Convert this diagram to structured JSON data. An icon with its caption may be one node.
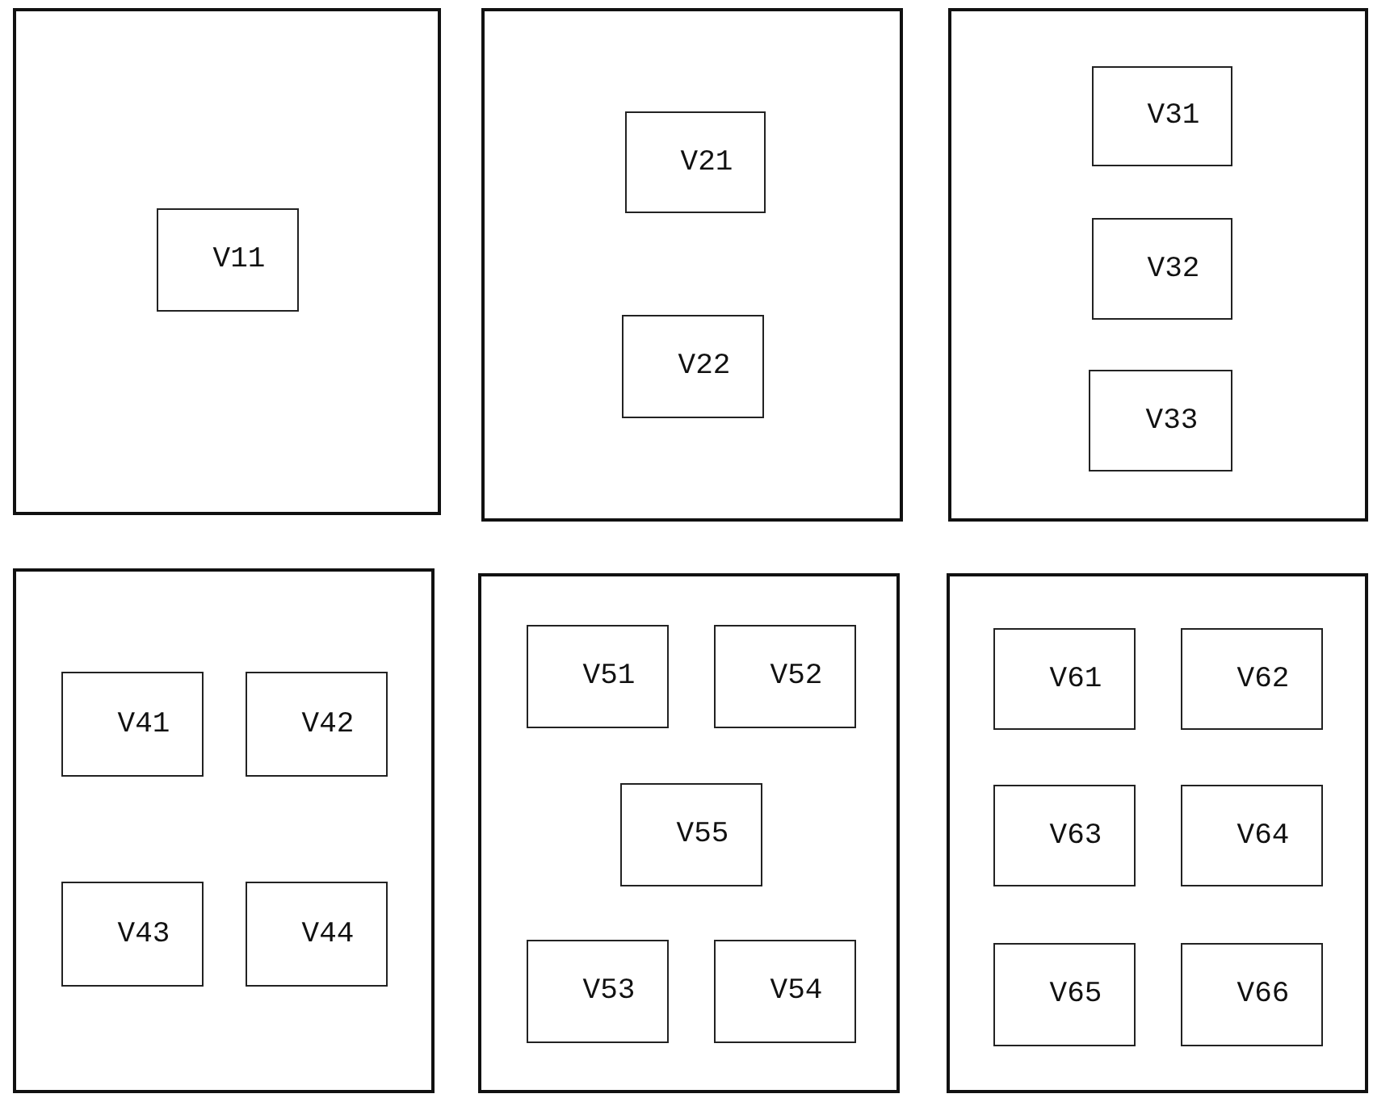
{
  "diagram": {
    "nodes": [
      {
        "text": [],
        "shape": "box"
      },
      {
        "text": [
          "V11"
        ],
        "in": 0
      },
      {
        "text": [],
        "shape": "box"
      },
      {
        "text": [
          "V21"
        ],
        "in": 2
      },
      {
        "text": [
          "V22"
        ],
        "in": 2
      },
      {
        "text": [],
        "shape": "box"
      },
      {
        "text": [
          "V31"
        ],
        "in": 5
      },
      {
        "text": [
          "V32"
        ],
        "in": 5
      },
      {
        "text": [
          "V33"
        ],
        "in": 5
      },
      {
        "text": [],
        "shape": "box"
      },
      {
        "text": [
          "V41"
        ],
        "in": 9
      },
      {
        "text": [
          "V42"
        ],
        "in": 9
      },
      {
        "text": [
          "V43"
        ],
        "in": 9
      },
      {
        "text": [
          "V44"
        ],
        "in": 9
      },
      {
        "text": [],
        "shape": "box"
      },
      {
        "text": [
          "V51"
        ],
        "in": 14
      },
      {
        "text": [
          "V52"
        ],
        "in": 14
      },
      {
        "text": [
          "V55"
        ],
        "in": 14
      },
      {
        "text": [
          "V53"
        ],
        "in": 14
      },
      {
        "text": [
          "V54"
        ],
        "in": 14
      },
      {
        "text": [],
        "shape": "box"
      },
      {
        "text": [
          "V61"
        ],
        "in": 20
      },
      {
        "text": [
          "V62"
        ],
        "in": 20
      },
      {
        "text": [
          "V63"
        ],
        "in": 20
      },
      {
        "text": [
          "V64"
        ],
        "in": 20
      },
      {
        "text": [
          "V65"
        ],
        "in": 20
      },
      {
        "text": [
          "V66"
        ],
        "in": 20
      }
    ]
  }
}
